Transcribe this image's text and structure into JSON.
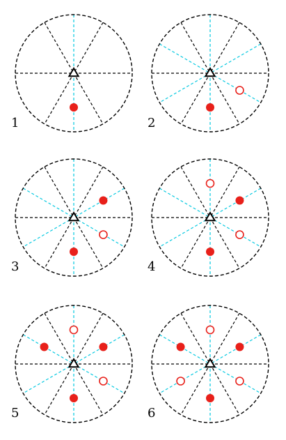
{
  "colors": {
    "circle_stroke": "#000000",
    "black_dash": "#000000",
    "cyan_dash": "#00c8e0",
    "filled_dot": "#e8201a",
    "open_dot": "#e8201a",
    "center_marker": "#000000"
  },
  "panels": [
    {
      "label": "1",
      "lines": [
        {
          "angle": 0,
          "color": "black"
        },
        {
          "angle": 60,
          "color": "black"
        },
        {
          "angle": 90,
          "color": "cyan"
        },
        {
          "angle": 120,
          "color": "black"
        }
      ],
      "dots": [
        {
          "angle": 90,
          "type": "filled"
        }
      ]
    },
    {
      "label": "2",
      "lines": [
        {
          "angle": 0,
          "color": "black"
        },
        {
          "angle": 30,
          "color": "cyan"
        },
        {
          "angle": 60,
          "color": "black"
        },
        {
          "angle": 90,
          "color": "cyan"
        },
        {
          "angle": 120,
          "color": "black"
        },
        {
          "angle": 150,
          "color": "cyan"
        }
      ],
      "dots": [
        {
          "angle": 90,
          "type": "filled"
        },
        {
          "angle": 30,
          "type": "open"
        }
      ]
    },
    {
      "label": "3",
      "lines": [
        {
          "angle": 0,
          "color": "black"
        },
        {
          "angle": 30,
          "color": "cyan"
        },
        {
          "angle": 60,
          "color": "black"
        },
        {
          "angle": 90,
          "color": "cyan"
        },
        {
          "angle": 120,
          "color": "black"
        },
        {
          "angle": 150,
          "color": "cyan"
        }
      ],
      "dots": [
        {
          "angle": 90,
          "type": "filled"
        },
        {
          "angle": 30,
          "type": "open"
        },
        {
          "angle": -30,
          "type": "filled"
        }
      ]
    },
    {
      "label": "4",
      "lines": [
        {
          "angle": 0,
          "color": "black"
        },
        {
          "angle": 30,
          "color": "cyan"
        },
        {
          "angle": 60,
          "color": "black"
        },
        {
          "angle": 90,
          "color": "cyan"
        },
        {
          "angle": 120,
          "color": "black"
        },
        {
          "angle": 150,
          "color": "cyan"
        }
      ],
      "dots": [
        {
          "angle": 90,
          "type": "filled"
        },
        {
          "angle": 30,
          "type": "open"
        },
        {
          "angle": -30,
          "type": "filled"
        },
        {
          "angle": -90,
          "type": "open"
        }
      ]
    },
    {
      "label": "5",
      "lines": [
        {
          "angle": 0,
          "color": "black"
        },
        {
          "angle": 30,
          "color": "cyan"
        },
        {
          "angle": 60,
          "color": "black"
        },
        {
          "angle": 90,
          "color": "cyan"
        },
        {
          "angle": 120,
          "color": "black"
        },
        {
          "angle": 150,
          "color": "cyan"
        }
      ],
      "dots": [
        {
          "angle": 90,
          "type": "filled"
        },
        {
          "angle": 30,
          "type": "open"
        },
        {
          "angle": -30,
          "type": "filled"
        },
        {
          "angle": -90,
          "type": "open"
        },
        {
          "angle": -150,
          "type": "filled"
        }
      ]
    },
    {
      "label": "6",
      "lines": [
        {
          "angle": 0,
          "color": "black"
        },
        {
          "angle": 30,
          "color": "cyan"
        },
        {
          "angle": 60,
          "color": "black"
        },
        {
          "angle": 90,
          "color": "cyan"
        },
        {
          "angle": 120,
          "color": "black"
        },
        {
          "angle": 150,
          "color": "cyan"
        }
      ],
      "dots": [
        {
          "angle": 90,
          "type": "filled"
        },
        {
          "angle": 30,
          "type": "open"
        },
        {
          "angle": -30,
          "type": "filled"
        },
        {
          "angle": -90,
          "type": "open"
        },
        {
          "angle": -150,
          "type": "filled"
        },
        {
          "angle": 150,
          "type": "open"
        }
      ]
    }
  ]
}
